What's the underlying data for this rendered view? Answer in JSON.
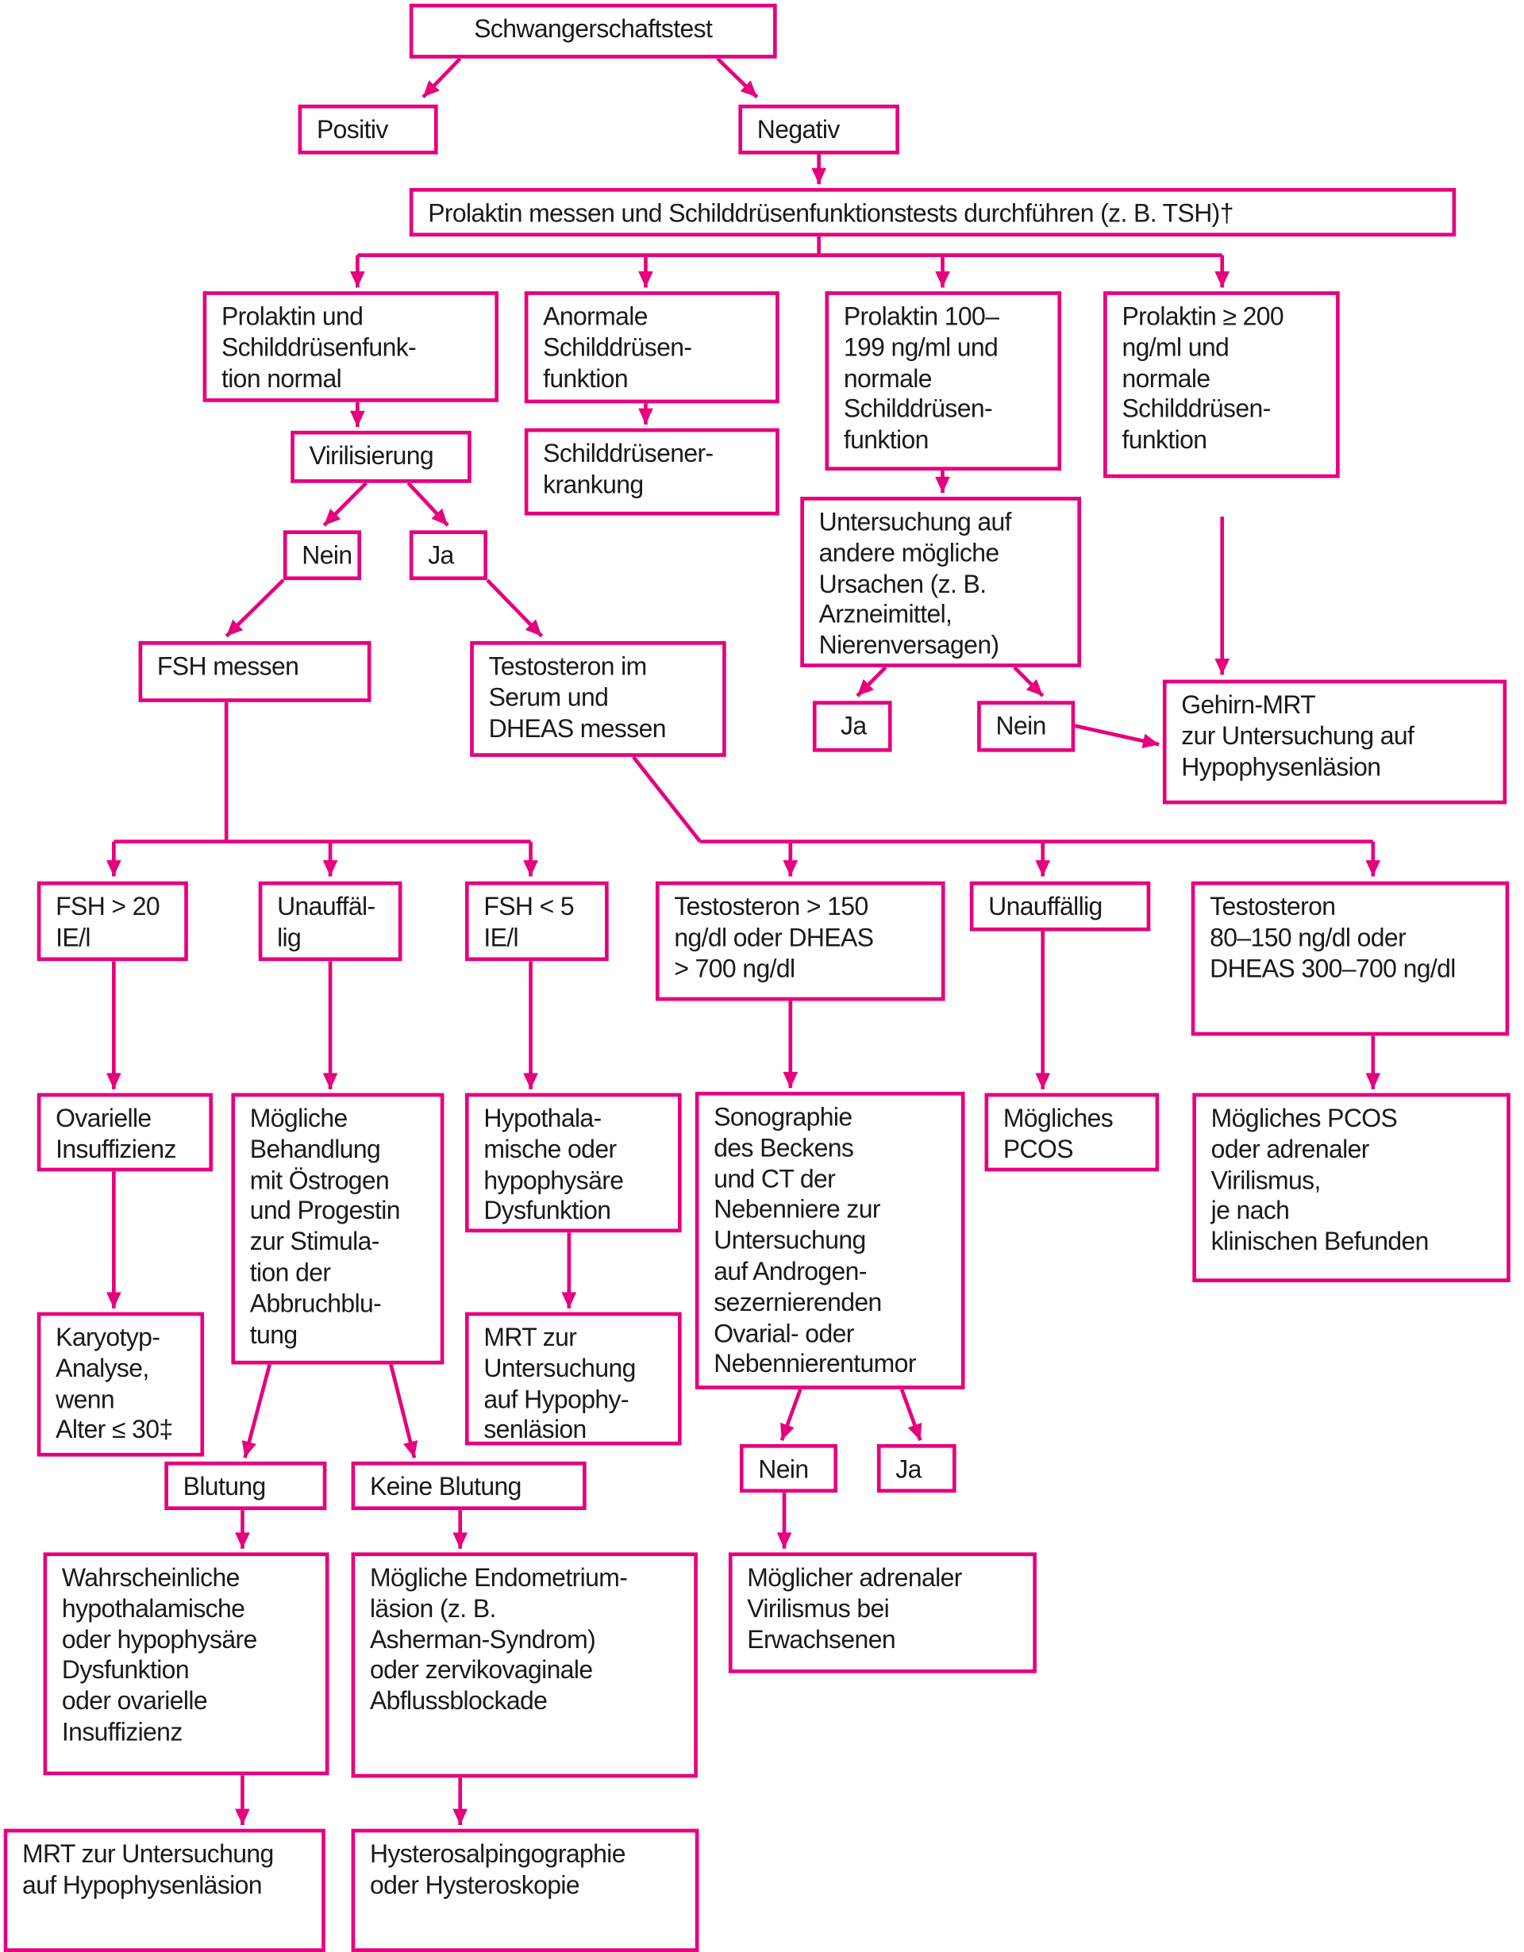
{
  "accent_color": "#e6007e",
  "nodes": {
    "b1": [
      "Schwangerschaftstest"
    ],
    "pos": [
      "Positiv"
    ],
    "neg": [
      "Negativ"
    ],
    "prol": [
      "Prolaktin messen und Schilddrüsenfunktionstests durchführen (z. B. TSH)†"
    ],
    "n1": [
      "Prolaktin und",
      "Schilddrüsenfunk-",
      "tion normal"
    ],
    "n2": [
      "Anormale",
      "Schilddrüsen-",
      "funktion"
    ],
    "n3": [
      "Prolaktin 100–",
      "199 ng/ml und",
      "normale",
      "Schilddrüsen-",
      "funktion"
    ],
    "n4": [
      "Prolaktin ≥ 200",
      "ng/ml und",
      "normale",
      "Schilddrüsen-",
      "funktion"
    ],
    "schkr": [
      "Schilddrüsener-",
      "krankung"
    ],
    "viril": [
      "Virilisierung"
    ],
    "unt": [
      "Untersuchung auf",
      "andere mögliche",
      "Ursachen (z. B.",
      "Arzneimittel,",
      "Nierenversagen)"
    ],
    "neinL": [
      "Nein"
    ],
    "jaL": [
      "Ja"
    ],
    "fsh": [
      "FSH messen"
    ],
    "testo": [
      "Testosteron im",
      "Serum und",
      "DHEAS messen"
    ],
    "ja2": [
      "Ja"
    ],
    "nein2": [
      "Nein"
    ],
    "mrt1": [
      "Gehirn-MRT",
      "zur Untersuchung auf",
      "Hypophysenläsion"
    ],
    "fsh20": [
      "FSH > 20",
      "IE/l"
    ],
    "unauf1": [
      "Unauffäl-",
      "lig"
    ],
    "fsh5": [
      "FSH < 5",
      "IE/l"
    ],
    "t150": [
      "Testosteron > 150",
      "ng/dl oder DHEAS",
      "> 700 ng/dl"
    ],
    "unauf2": [
      "Unauffällig"
    ],
    "t80": [
      "Testosteron",
      "80–150 ng/dl oder",
      "DHEAS 300–700 ng/dl"
    ],
    "ovar": [
      "Ovarielle",
      "Insuffizienz"
    ],
    "mogl": [
      "Mögliche",
      "Behandlung",
      "mit Östrogen",
      "und Progestin",
      "zur Stimula-",
      "tion der",
      "Abbruchblu-",
      "tung"
    ],
    "hypo": [
      "Hypothala-",
      "mische oder",
      "hypophysäre",
      "Dysfunktion"
    ],
    "sono": [
      "Sonographie",
      "des Beckens",
      "und CT der",
      "Nebenniere zur",
      "Untersuchung",
      "auf Androgen-",
      "sezernierenden",
      "Ovarial- oder",
      "Nebennierentumor"
    ],
    "pcos1": [
      "Mögliches",
      "PCOS"
    ],
    "pcos2": [
      "Mögliches PCOS",
      "oder adrenaler",
      "Virilismus,",
      "je nach",
      "klinischen Befunden"
    ],
    "kary": [
      "Karyotyp-",
      "Analyse,",
      "wenn",
      "Alter ≤ 30‡"
    ],
    "mrt2": [
      "MRT zur",
      "Untersuchung",
      "auf Hypophy-",
      "senläsion"
    ],
    "blut": [
      "Blutung"
    ],
    "keine": [
      "Keine Blutung"
    ],
    "nein3": [
      "Nein"
    ],
    "ja3": [
      "Ja"
    ],
    "wahr": [
      "Wahrscheinliche",
      "hypothalamische",
      "oder hypophysäre",
      "Dysfunktion",
      "oder ovarielle",
      "Insuffizienz"
    ],
    "endo": [
      "Mögliche Endometrium-",
      "läsion (z. B.",
      "Asherman-Syndrom)",
      "oder zervikovaginale",
      "Abflussblockade"
    ],
    "adren": [
      "Möglicher adrenaler",
      "Virilismus bei",
      "Erwachsenen"
    ],
    "mrt3": [
      "MRT zur Untersuchung",
      "auf Hypophysenläsion"
    ],
    "hyst": [
      "Hysterosalpingographie",
      "oder Hysteroskopie"
    ]
  }
}
